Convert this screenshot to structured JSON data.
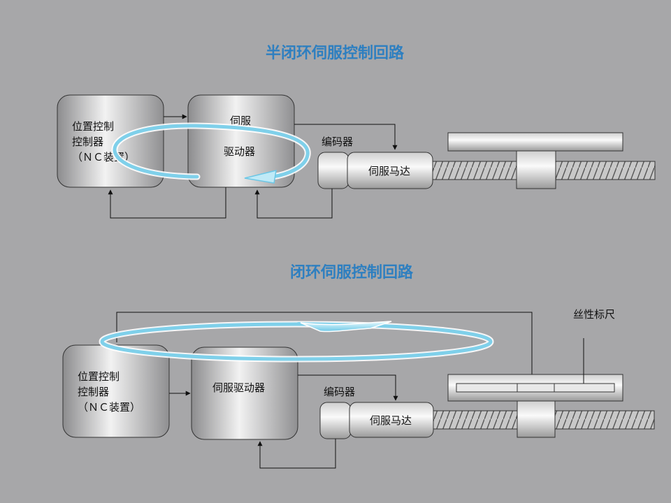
{
  "diagram1": {
    "title": "半闭环伺服控制回路",
    "controller": {
      "line1": "位置控制",
      "line2": "控制器",
      "line3": "（ＮＣ装置）"
    },
    "driver": {
      "line1": "伺服",
      "line2": "驱动器"
    },
    "encoder": "编码器",
    "motor": "伺服马达"
  },
  "diagram2": {
    "title": "闭环伺服控制回路",
    "controller": {
      "line1": "位置控制",
      "line2": "控制器",
      "line3": "（ＮＣ装置）"
    },
    "driver": "伺服驱动器",
    "encoder": "编码器",
    "motor": "伺服马达",
    "scale": "丝性标尺"
  },
  "colors": {
    "background": "#a7a7a9",
    "title": "#2e7fc0",
    "loop_arrow": "#7fd0ea"
  }
}
